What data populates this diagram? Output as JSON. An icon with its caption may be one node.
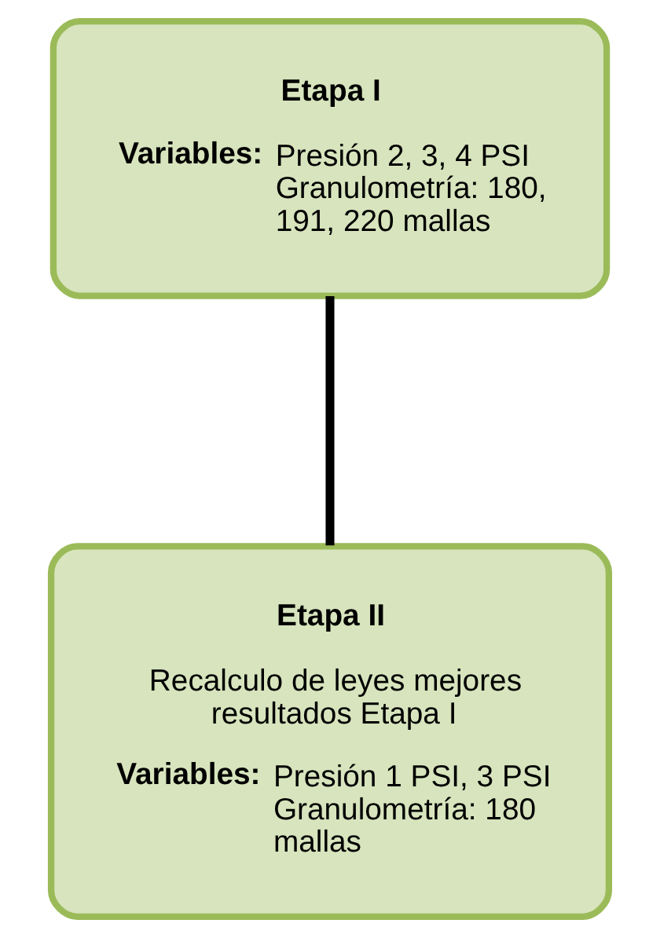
{
  "diagram": {
    "nodes": [
      {
        "text": [
          "Etapa I",
          "**Variables:** Presión 2, 3, 4 PSI Granulometría: 180, 191, 220 mallas"
        ]
      },
      {
        "text": [
          "Etapa II",
          "Recalculo de leyes mejores resultados Etapa I",
          "**Variables:** Presión 1 PSI, 3 PSI Granulometría: 180 mallas"
        ]
      }
    ],
    "edges": [
      {
        "from": 0,
        "to": 1,
        "arrow": "none"
      }
    ]
  }
}
